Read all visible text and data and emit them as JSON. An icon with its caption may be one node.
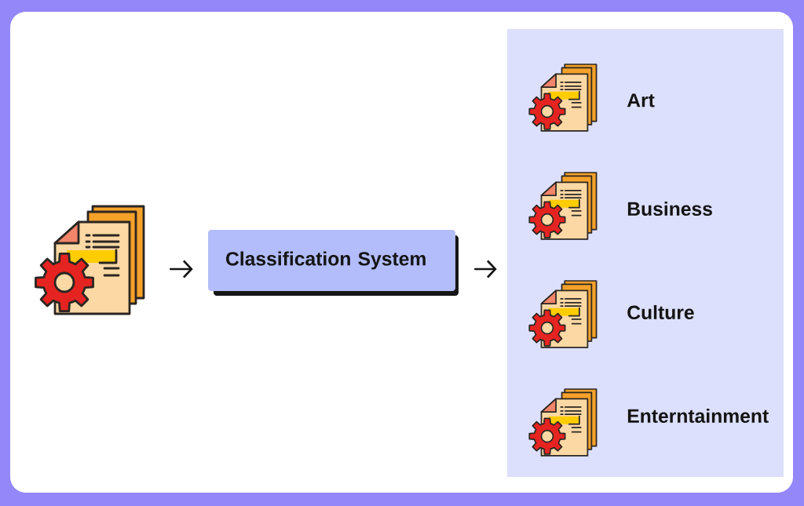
{
  "diagram": {
    "nodes": [
      {
        "text": [],
        "shape": "picture"
      },
      {
        "text": [
          "Classification System"
        ]
      },
      {
        "text": [],
        "shape": "box"
      },
      {
        "text": [
          "Art"
        ],
        "in": 2
      },
      {
        "text": [
          "Business"
        ],
        "in": 2
      },
      {
        "text": [
          "Culture"
        ],
        "in": 2
      },
      {
        "text": [
          "Enterntainment"
        ],
        "in": 2
      }
    ],
    "edges": [
      {
        "from": 0,
        "to": 1,
        "arrow": "to"
      },
      {
        "from": 1,
        "to": 2,
        "arrow": "to"
      }
    ]
  }
}
